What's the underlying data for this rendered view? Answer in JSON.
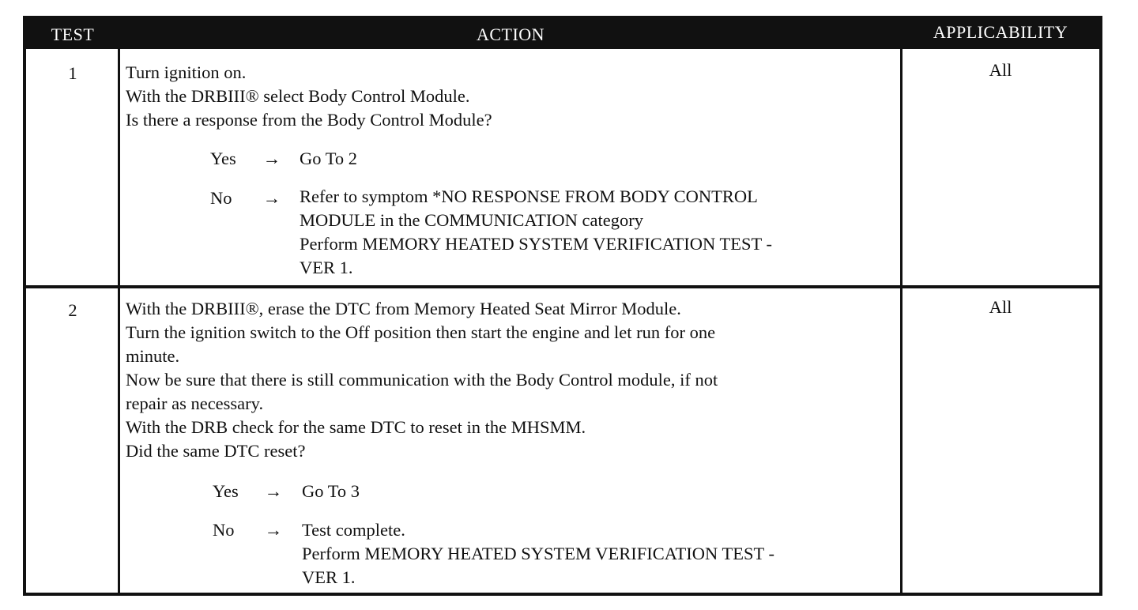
{
  "header": {
    "test": "TEST",
    "action": "ACTION",
    "applicability": "APPLICABILITY"
  },
  "rows": [
    {
      "test": "1",
      "applicability": "All",
      "action_lines": [
        "Turn ignition on.",
        "With the DRBIII® select Body Control Module.",
        "Is there a response from the Body Control Module?"
      ],
      "responses": [
        {
          "label": "Yes",
          "arrow": "→",
          "lines": [
            "Go To   2"
          ]
        },
        {
          "label": "No",
          "arrow": "→",
          "lines": [
            "Refer to symptom *NO RESPONSE FROM BODY CONTROL",
            "MODULE in the COMMUNICATION category",
            "Perform MEMORY HEATED SYSTEM VERIFICATION TEST -",
            "VER 1."
          ]
        }
      ]
    },
    {
      "test": "2",
      "applicability": "All",
      "action_lines": [
        "With the DRBIII®, erase the DTC from Memory Heated Seat Mirror Module.",
        "Turn the ignition switch to the Off position then start the engine and let run for one",
        "minute.",
        "Now be sure that there is still communication with the Body Control module, if not",
        "repair as necessary.",
        "With the DRB check for the same DTC to reset in the MHSMM.",
        "Did the same DTC reset?"
      ],
      "responses": [
        {
          "label": "Yes",
          "arrow": "→",
          "lines": [
            "Go To   3"
          ]
        },
        {
          "label": "No",
          "arrow": "→",
          "lines": [
            "Test complete.",
            "Perform MEMORY HEATED SYSTEM VERIFICATION TEST -",
            "VER 1."
          ]
        }
      ]
    }
  ]
}
